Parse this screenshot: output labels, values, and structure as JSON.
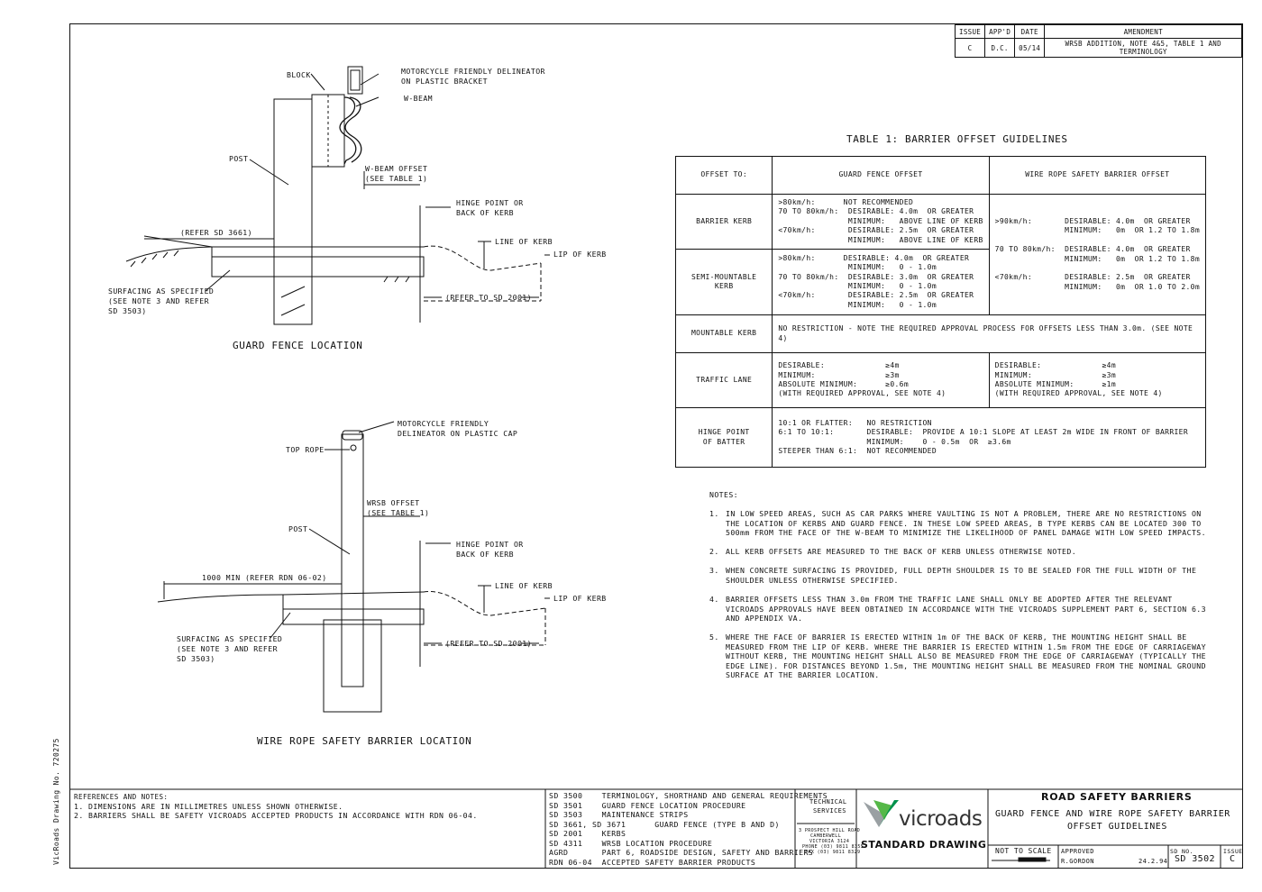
{
  "side_text": "VicRoads Drawing No. 720275",
  "amendments": {
    "headers": [
      "ISSUE",
      "APP'D",
      "DATE",
      "AMENDMENT"
    ],
    "rows": [
      [
        "C",
        "D.C.",
        "05/14",
        "WRSB ADDITION, NOTE 4&5, TABLE 1 AND TERMINOLOGY"
      ]
    ]
  },
  "guard_fence": {
    "title": "GUARD FENCE LOCATION",
    "block": "BLOCK",
    "delineator_1": "MOTORCYCLE FRIENDLY DELINEATOR",
    "delineator_2": "ON PLASTIC BRACKET",
    "wbeam": "W-BEAM",
    "post": "POST",
    "offset_1": "W-BEAM OFFSET",
    "offset_2": "(SEE TABLE 1)",
    "hinge_1": "HINGE POINT OR",
    "hinge_2": "BACK OF KERB",
    "refer_3661": "(REFER SD 3661)",
    "line_of_kerb": "LINE OF KERB",
    "lip_of_kerb": "LIP OF KERB",
    "surfacing_1": "SURFACING AS SPECIFIED",
    "surfacing_2": "(SEE NOTE 3 AND REFER",
    "surfacing_3": "SD 3503)",
    "refer_2001": "(REFER TO SD 2001)"
  },
  "wrsb": {
    "title": "WIRE ROPE SAFETY BARRIER LOCATION",
    "delineator_1": "MOTORCYCLE FRIENDLY",
    "delineator_2": "DELINEATOR ON PLASTIC CAP",
    "top_rope": "TOP ROPE",
    "offset_1": "WRSB OFFSET",
    "offset_2": "(SEE TABLE 1)",
    "post": "POST",
    "hinge_1": "HINGE POINT OR",
    "hinge_2": "BACK OF KERB",
    "min_1000": "1000 MIN (REFER RDN 06-02)",
    "line_of_kerb": "LINE OF KERB",
    "lip_of_kerb": "LIP OF KERB",
    "surfacing_1": "SURFACING AS SPECIFIED",
    "surfacing_2": "(SEE NOTE 3 AND REFER",
    "surfacing_3": "SD 3503)",
    "refer_2001": "(REFER TO SD 2001)"
  },
  "table1": {
    "title": "TABLE 1: BARRIER OFFSET GUIDELINES",
    "headers": [
      "OFFSET TO:",
      "GUARD FENCE OFFSET",
      "WIRE ROPE SAFETY BARRIER OFFSET"
    ],
    "barrier_kerb": {
      "label": "BARRIER KERB",
      "gf": ">80km/h:      NOT RECOMMENDED\n70 TO 80km/h:  DESIRABLE: 4.0m  OR GREATER\n               MINIMUM:   ABOVE LINE OF KERB\n<70km/h:       DESIRABLE: 2.5m  OR GREATER\n               MINIMUM:   ABOVE LINE OF KERB"
    },
    "wrsb_kerb": ">90km/h:       DESIRABLE: 4.0m  OR GREATER\n               MINIMUM:   0m  OR 1.2 TO 1.8m\n\n70 TO 80km/h:  DESIRABLE: 4.0m  OR GREATER\n               MINIMUM:   0m  OR 1.2 TO 1.8m\n\n<70km/h:       DESIRABLE: 2.5m  OR GREATER\n               MINIMUM:   0m  OR 1.0 TO 2.0m",
    "semi_mountable": {
      "label": "SEMI-MOUNTABLE KERB",
      "gf": ">80km/h:      DESIRABLE: 4.0m  OR GREATER\n               MINIMUM:   0 - 1.0m\n70 TO 80km/h:  DESIRABLE: 3.0m  OR GREATER\n               MINIMUM:   0 - 1.0m\n<70km/h:       DESIRABLE: 2.5m  OR GREATER\n               MINIMUM:   0 - 1.0m"
    },
    "mountable": {
      "label": "MOUNTABLE KERB",
      "text": "NO RESTRICTION - NOTE THE REQUIRED APPROVAL PROCESS FOR OFFSETS LESS THAN 3.0m. (SEE NOTE 4)"
    },
    "traffic_lane": {
      "label": "TRAFFIC LANE",
      "gf": "DESIRABLE:             ≥4m\nMINIMUM:               ≥3m\nABSOLUTE MINIMUM:      ≥0.6m\n(WITH REQUIRED APPROVAL, SEE NOTE 4)",
      "wrsb": "DESIRABLE:             ≥4m\nMINIMUM:               ≥3m\nABSOLUTE MINIMUM:      ≥1m\n(WITH REQUIRED APPROVAL, SEE NOTE 4)"
    },
    "hinge": {
      "label_1": "HINGE POINT",
      "label_2": "OF BATTER",
      "text": "10:1 OR FLATTER:   NO RESTRICTION\n6:1 TO 10:1:       DESIRABLE:  PROVIDE A 10:1 SLOPE AT LEAST 2m WIDE IN FRONT OF BARRIER\n                   MINIMUM:    0 - 0.5m  OR  ≥3.6m\nSTEEPER THAN 6:1:  NOT RECOMMENDED"
    }
  },
  "notes": {
    "heading": "NOTES:",
    "items": [
      {
        "n": "1.",
        "text": "IN LOW SPEED AREAS, SUCH AS CAR PARKS WHERE VAULTING IS NOT A PROBLEM, THERE ARE NO RESTRICTIONS ON\nTHE LOCATION OF KERBS AND GUARD FENCE. IN THESE LOW SPEED AREAS, B TYPE KERBS CAN BE LOCATED 300 TO\n500mm FROM THE FACE OF THE W-BEAM TO MINIMIZE THE LIKELIHOOD OF PANEL DAMAGE WITH LOW SPEED IMPACTS."
      },
      {
        "n": "2.",
        "text": "ALL KERB OFFSETS ARE MEASURED TO THE BACK OF KERB UNLESS OTHERWISE NOTED."
      },
      {
        "n": "3.",
        "text": "WHEN CONCRETE SURFACING IS PROVIDED, FULL DEPTH SHOULDER IS TO BE SEALED FOR THE FULL WIDTH OF THE\nSHOULDER UNLESS OTHERWISE SPECIFIED."
      },
      {
        "n": "4.",
        "text": "BARRIER OFFSETS LESS THAN 3.0m FROM THE TRAFFIC LANE SHALL ONLY BE ADOPTED AFTER THE RELEVANT\nVICROADS APPROVALS HAVE BEEN OBTAINED IN ACCORDANCE WITH THE VICROADS SUPPLEMENT PART 6, SECTION 6.3\nAND APPENDIX VA."
      },
      {
        "n": "5.",
        "text": "WHERE THE FACE OF BARRIER IS ERECTED WITHIN 1m OF THE BACK OF KERB, THE MOUNTING HEIGHT SHALL BE\nMEASURED FROM THE LIP OF KERB. WHERE THE BARRIER IS ERECTED WITHIN 1.5m FROM THE EDGE OF CARRIAGEWAY\nWITHOUT KERB, THE MOUNTING HEIGHT SHALL ALSO BE MEASURED FROM THE EDGE OF CARRIAGEWAY (TYPICALLY THE\nEDGE LINE). FOR DISTANCES BEYOND 1.5m, THE MOUNTING HEIGHT SHALL BE MEASURED FROM THE NOMINAL GROUND\nSURFACE AT THE BARRIER LOCATION."
      }
    ]
  },
  "title_block": {
    "refs_heading": "REFERENCES AND NOTES:",
    "ref_1": "1. DIMENSIONS ARE IN MILLIMETRES UNLESS SHOWN OTHERWISE.",
    "ref_2": "2. BARRIERS SHALL BE SAFETY VICROADS ACCEPTED PRODUCTS IN ACCORDANCE WITH RDN 06-04.",
    "standards": [
      "SD 3500    TERMINOLOGY, SHORTHAND AND GENERAL REQUIREMENTS",
      "SD 3501    GUARD FENCE LOCATION PROCEDURE",
      "SD 3503    MAINTENANCE STRIPS",
      "SD 3661, SD 3671      GUARD FENCE (TYPE B AND D)",
      "SD 2001    KERBS",
      "SD 4311    WRSB LOCATION PROCEDURE",
      "AGRD       PART 6, ROADSIDE DESIGN, SAFETY AND BARRIERS",
      "RDN 06-04  ACCEPTED SAFETY BARRIER PRODUCTS"
    ],
    "tech_1": "TECHNICAL",
    "tech_2": "SERVICES",
    "addr_1": "3 PROSPECT HILL ROAD",
    "addr_2": "CAMBERWELL",
    "addr_3": "VICTORIA 3124",
    "addr_4": "PHONE (03) 9811 8355",
    "addr_5": "FAX (03) 9811 8329",
    "logo": "vicroads",
    "standard_drawing": "STANDARD DRAWING",
    "main_title": "ROAD SAFETY BARRIERS",
    "sub_1": "GUARD FENCE AND WIRE ROPE SAFETY BARRIER",
    "sub_2": "OFFSET GUIDELINES",
    "not_to_scale": "NOT TO SCALE",
    "approved": "APPROVED",
    "approver": "R.GORDON",
    "date": "24.2.94",
    "sd_no_label": "SD NO.",
    "sd_no": "SD 3502",
    "issue_label": "ISSUE",
    "issue": "C"
  }
}
